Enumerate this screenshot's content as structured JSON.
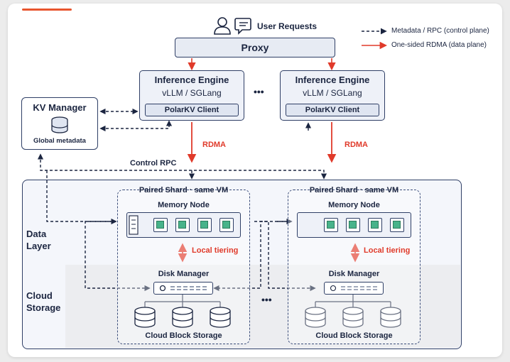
{
  "top": {
    "user_requests": "User Requests",
    "proxy": "Proxy",
    "ellipsis": "•••"
  },
  "legend": {
    "control": "Metadata / RPC (control plane)",
    "data": "One-sided RDMA (data plane)"
  },
  "engines": [
    {
      "title": "Inference Engine",
      "subtitle": "vLLM / SGLang",
      "client": "PolarKV Client"
    },
    {
      "title": "Inference Engine",
      "subtitle": "vLLM / SGLang",
      "client": "PolarKV Client"
    }
  ],
  "kv_manager": {
    "title": "KV Manager",
    "subtitle": "Global metadata"
  },
  "links": {
    "rdma": "RDMA",
    "control_rpc": "Control RPC",
    "local_tiering": "Local tiering"
  },
  "layers": {
    "data": "Data\nLayer",
    "cloud": "Cloud\nStorage"
  },
  "shards": [
    {
      "title": "Paired Shard · same VM",
      "memory_node": "Memory Node",
      "disk_manager": "Disk Manager",
      "block_storage": "Cloud Block Storage"
    },
    {
      "title": "Paired Shard · same VM",
      "memory_node": "Memory Node",
      "disk_manager": "Disk Manager",
      "block_storage": "Cloud Block Storage"
    }
  ],
  "colors": {
    "accent": "#e8552e",
    "navy": "#1b2540",
    "rdma_red": "#e03a2a",
    "chip_green": "#48b38a"
  },
  "icons": [
    "user-icon",
    "chat-icon",
    "database-icon",
    "server-icon",
    "chip-icon",
    "disk-icon"
  ]
}
